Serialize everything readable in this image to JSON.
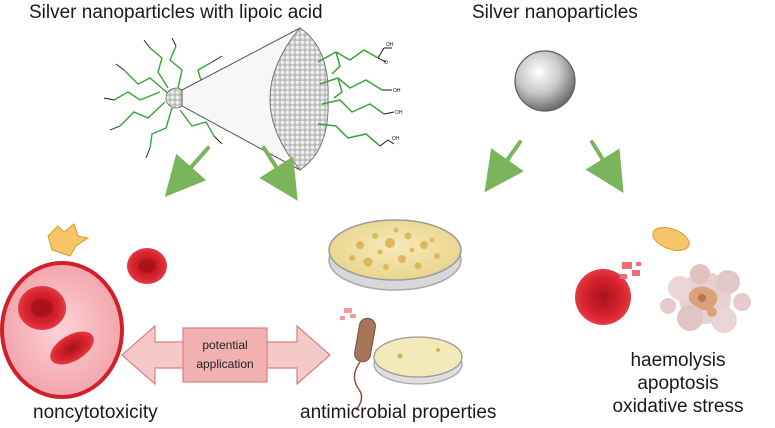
{
  "titles": {
    "left": "Silver nanoparticles with lipoic acid",
    "right": "Silver nanoparticles"
  },
  "double_arrow": {
    "line1": "potential",
    "line2": "application"
  },
  "outcomes": {
    "noncytotoxicity": "noncytotoxicity",
    "antimicrobial": "antimicrobial properties",
    "toxic_effects": [
      "haemolysis",
      "apoptosis",
      "oxidative stress"
    ]
  },
  "colors": {
    "arrow_green": "#7ab55c",
    "ligand_green": "#3aa23a",
    "rbc_red": "#d21f2b",
    "cell_pink": "#f6b3b8",
    "double_arrow_fill": "#f6c9c9",
    "double_arrow_stroke": "#d98080",
    "agar": "#f1e3a8",
    "colony": "#d9b250"
  }
}
